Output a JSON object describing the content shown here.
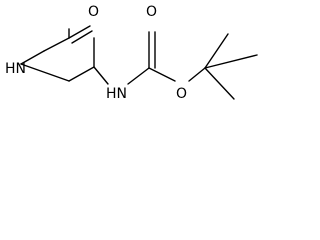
{
  "molecule": {
    "atoms": {
      "ring_nitrogen": "N",
      "ring_nitrogen_hydrogen": "H",
      "ketone_oxygen": "O",
      "carbamate_nitrogen": "N",
      "carbamate_nitrogen_hydrogen": "H",
      "carbonyl_oxygen": "O",
      "ester_oxygen": "O"
    }
  },
  "colors": {
    "bond": "#000000",
    "label": "#000000",
    "background": "#ffffff"
  }
}
